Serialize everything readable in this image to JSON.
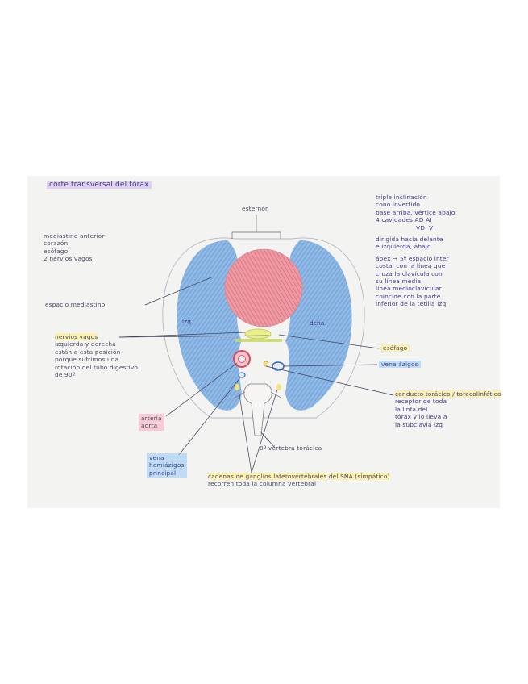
{
  "title": "corte transversal del tórax",
  "labels": {
    "esternon": "esternón",
    "izq": "izq",
    "dcha": "dcha",
    "espacio_mediastino": "espacio mediastino",
    "esofago": "esófago",
    "vena_azigos": "vena ázigos",
    "vertebra": "8º vértebra torácica"
  },
  "mediastino_anterior": [
    "mediastino anterior",
    "corazón",
    "esófago",
    "2 nervios vagos"
  ],
  "right_notes": [
    "triple inclinación",
    "cono invertido",
    "base arriba, vértice abajo",
    "4 cavidades  AD  AI",
    "                    VD  VI",
    "",
    "dirigida hacia delante",
    "e izquierda, abajo",
    "",
    "ápex → 5º espacio inter",
    "costal con la línea que",
    "cruza la clavícula con",
    "su línea media",
    "línea medioclavicular",
    "coincide con la parte",
    "inferior de la tetilla izq"
  ],
  "nervios_vagos": [
    "nervios vagos",
    "izquierda y derecha",
    "están a esta posición",
    "porque sufrimos una",
    "rotación del tubo digestivo",
    "de 90º"
  ],
  "arteria_aorta": [
    "arteria",
    "aorta"
  ],
  "vena_hemiazigos": [
    "vena",
    "hemiázigos",
    "principal"
  ],
  "conducto": [
    "conducto torácico /",
    "toracolinfático",
    "receptor de toda",
    "la linfa del",
    "tórax y lo lleva a",
    "la subclavia izq"
  ],
  "cadenas": [
    "cadenas de ganglios laterovertebrales",
    "del SNA (simpático)",
    "recorren toda la columna vertebral"
  ],
  "colors": {
    "lung_blue": "#5f96d6",
    "heart_red": "#e27a86",
    "ink": "#3f3a8c",
    "highlight_yellow": "#ffec78",
    "highlight_pink": "#f7aabe",
    "highlight_purple": "#cdb4eb",
    "highlight_blue": "#96c8f5",
    "paper": "#f3f3f1"
  }
}
